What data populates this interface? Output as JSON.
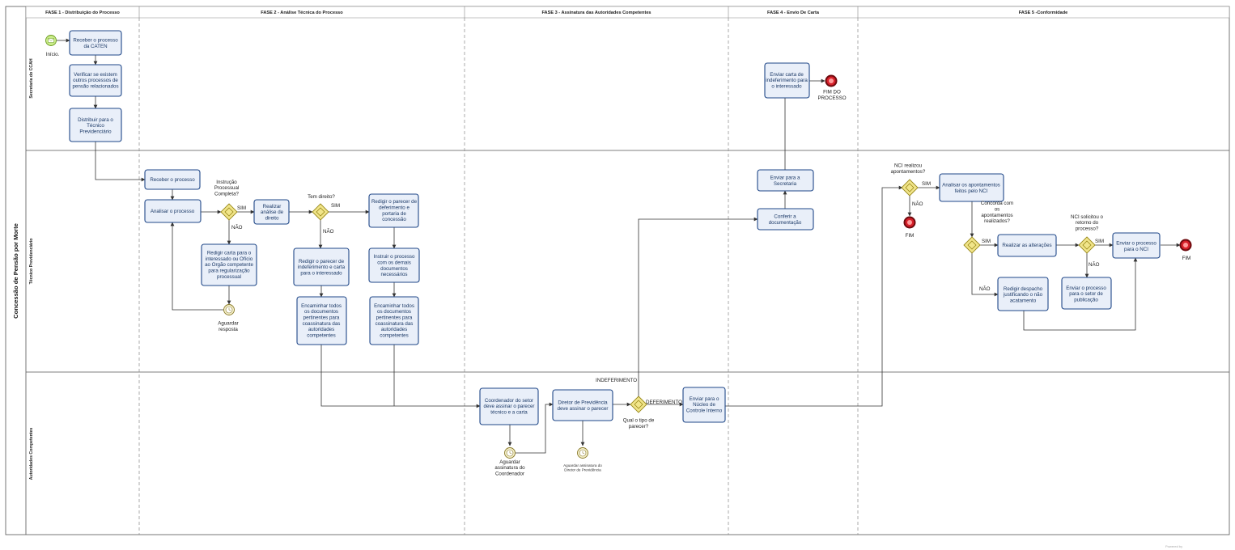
{
  "pool": {
    "title": "Concessão de Pensão por Morte"
  },
  "lanes": [
    {
      "name": "Secretaria do CCAH"
    },
    {
      "name": "Técnico Previdenciário"
    },
    {
      "name": "Autoridades Competentes"
    }
  ],
  "phases": [
    {
      "label": "FASE 1 - Distribuição do Processo"
    },
    {
      "label": "FASE 2 - Análise Técnica do Processo"
    },
    {
      "label": "FASE 3 - Assinatura das Autoridades Competentes"
    },
    {
      "label": "FASE 4 - Envio De Carta"
    },
    {
      "label": "FASE 5 -Conformidade"
    }
  ],
  "tasks": {
    "receber_caten": "Receber o processo da CATEN",
    "verificar": "Verificar se existem outros processos de pensão relacionados",
    "distribuir": "Distribuir para o Técnico Previdenciário",
    "receber_processo": "Receber o processo",
    "analisar": "Analisar o processo",
    "redigir_carta_oficio": "Redigir carta para o interessado ou Ofício ao Orgão competente para regularização processual",
    "realizar_analise": "Realizar análise de direito",
    "redigir_indeferimento": "Redigir o parecer de indeferimento e carta para o interessado",
    "encaminhar_1": "Encaminhar todos os documentos pertinentes para coassinatura das autoridades competentes",
    "redigir_deferimento": "Redigir o parecer de deferimento e portaria de concessão",
    "instruir": "Instruir o processo com os demais documentos necessários",
    "encaminhar_2": "Encaminhar todos os documentos pertinentes para coassinatura das autoridades competentes",
    "coordenador": "Coordenador do setor deve assinar o parecer técnico e a carta",
    "diretor": "Diretor de Previdência deve assinar o parecer",
    "enviar_nci": "Enviar para o Núcleo de Controle Interno",
    "enviar_carta": "Enviar carta de indeferimento para o interessado",
    "enviar_secretaria": "Enviar para a Secretaria",
    "conferir": "Conferir a documentação",
    "analisar_apontamentos": "Analisar os apontamentos feitos pelo NCI",
    "realizar_alteracoes": "Realizar as alterações",
    "redigir_despacho": "Redigir despacho justificando o não acatamento",
    "enviar_publicacao": "Enviar o processo para o setor de publicação",
    "enviar_nci_2": "Enviar o processo para o NCI"
  },
  "events": {
    "inicio": "Início.",
    "fim_processo": "FIM DO PROCESSO",
    "fim_nci": "FIM",
    "fim_final": "FIM",
    "aguardar_resposta": "Aguardar resposta",
    "aguardar_coordenador": "Aguardar assinatura do Coordenador",
    "aguardar_diretor": "Aguardar assinatura do Diretor de Previdência"
  },
  "gateways": {
    "instrucao": "Instrução Processual Completa?",
    "tem_direito": "Tem direito?",
    "tipo_parecer": "Qual o tipo de parecer?",
    "nci_realizou": "NCI realizou apontamentos?",
    "concorda": "Concorda com os apontamentos realizados?",
    "nci_solicitou": "NCI solicitou o retorno do processo?"
  },
  "flow_labels": {
    "sim": "SIM",
    "nao": "NÃO",
    "indeferimento": "INDEFERIMENTO",
    "deferimento": "DEFERIMENTO"
  },
  "footer": "Powered by",
  "colors": {
    "task_fill": "#e9eff9",
    "task_border": "#1f4788",
    "gateway_fill": "#f1e58a",
    "start_fill": "#c9ec88",
    "end_fill": "#d6202a"
  }
}
